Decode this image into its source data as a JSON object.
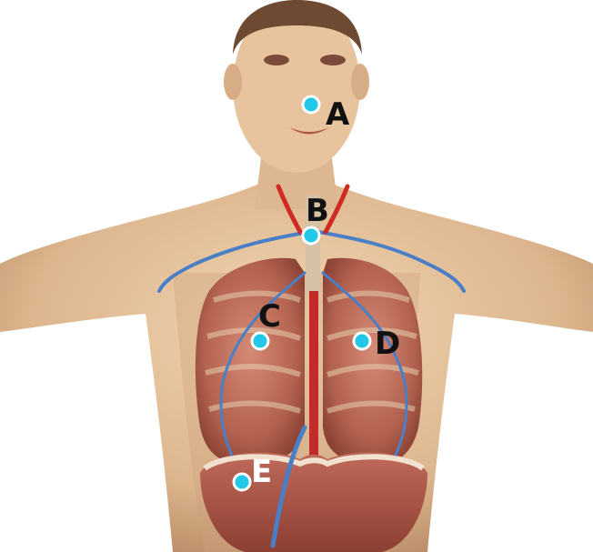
{
  "colors": {
    "marker_fill": "#21c8e8",
    "marker_stroke": "#ffffff",
    "label_dark": "#111111",
    "label_light": "#ffffff",
    "skin": "#e9c9a3",
    "skin_shadow": "#c99d78",
    "lung": "#b96a58",
    "diaphragm": "#a8574a",
    "vein_blue": "#4a7fc8",
    "artery_red": "#d02a25",
    "hair": "#6e4a33",
    "background": "#ffffff"
  },
  "markers": [
    {
      "id": "A",
      "label": "A",
      "target": "nose"
    },
    {
      "id": "B",
      "label": "B",
      "target": "trachea"
    },
    {
      "id": "C",
      "label": "C",
      "target": "right-lung"
    },
    {
      "id": "D",
      "label": "D",
      "target": "left-lung"
    },
    {
      "id": "E",
      "label": "E",
      "target": "diaphragm"
    }
  ]
}
